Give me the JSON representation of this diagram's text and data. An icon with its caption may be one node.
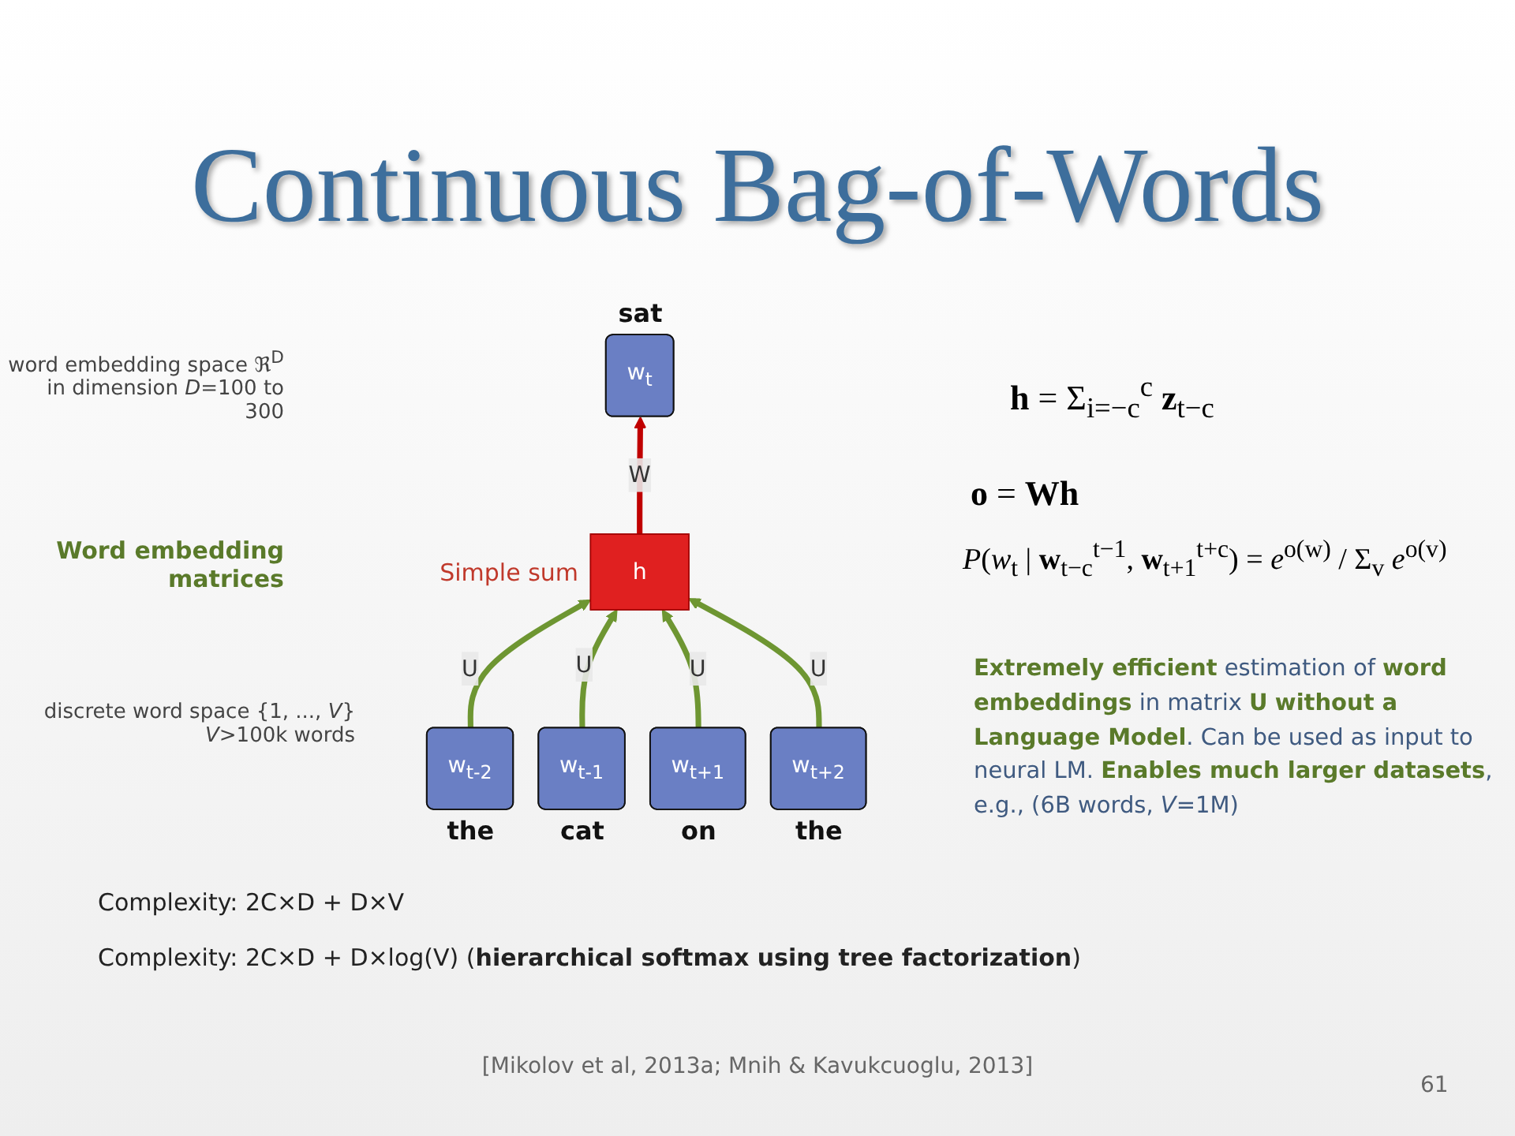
{
  "diagram": {
    "title": "Continuous Bag-of-Words",
    "nodes": [
      {
        "text": [
          "h"
        ],
        "beside": [
          "Simple sum"
        ]
      },
      {
        "text": [
          "w$_{t-2}$"
        ],
        "beside": [
          "the"
        ]
      },
      {
        "text": [
          "w$_{t-1}$"
        ],
        "beside": [
          "cat"
        ]
      },
      {
        "text": [
          "w$_{t+1}$"
        ],
        "beside": [
          "on"
        ]
      },
      {
        "text": [
          "w$_{t+2}$"
        ],
        "beside": [
          "the"
        ]
      },
      {
        "text": [
          "w$_{t}$"
        ],
        "beside": [
          "sat"
        ]
      }
    ],
    "edges": [
      {
        "from": 1,
        "to": 0,
        "arrow": "to",
        "label": "U"
      },
      {
        "from": 2,
        "to": 0,
        "arrow": "to",
        "label": "U"
      },
      {
        "from": 3,
        "to": 0,
        "arrow": "to",
        "label": "U"
      },
      {
        "from": 4,
        "to": 0,
        "arrow": "to",
        "label": "U"
      },
      {
        "from": 0,
        "to": 5,
        "arrow": "to",
        "label": "W",
        "color": "#c00000"
      }
    ],
    "labels": [
      "word embedding space ℜ$^{D}$ in dimension *D*=100 to 300",
      "Word embedding matrices",
      "discrete word space {1, ..., *V*} *V*>100k words",
      "**h** = Σ$_{i=−c}$$^{c}$ **z**$_{t−c}$",
      "**o** = **Wh**",
      "*P*(*w*$_{t}$ | **w**$_{t−c}$$^{t−1}$, **w**$_{t+1}$$^{t+c}$) = *e*$^{o(w)}$ / Σ$_{v}$ *e*$^{o(v)}$",
      "**Extremely efficient** estimation of **word embeddings** in matrix **U** **without a Language Model**. Can be used as input to neural LM. **Enables much larger datasets**, e.g., (6B words, *V*=1M)",
      "Complexity: 2C×D + D×V",
      "Complexity: 2C×D + D×log(V) (**hierarchical softmax using tree factorization**)",
      "[Mikolov et al, 2013a; Mnih & Kavukcuoglu, 2013]",
      "61"
    ]
  }
}
